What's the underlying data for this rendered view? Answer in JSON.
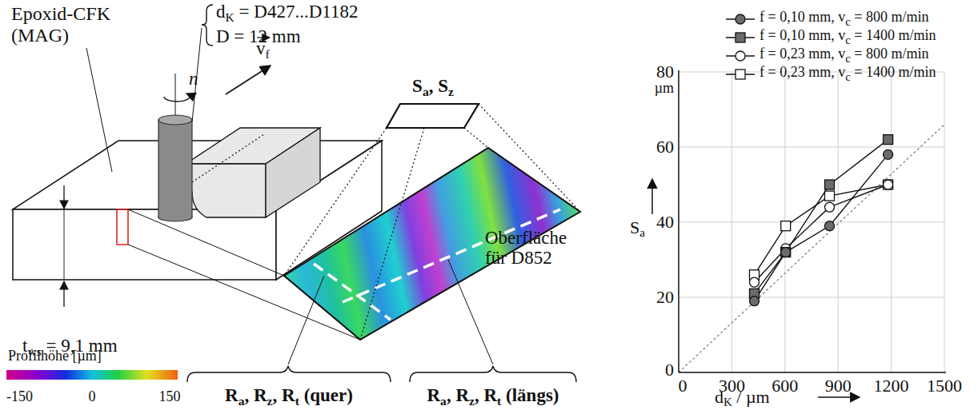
{
  "diagram": {
    "labels": [
      "Epoxid-CFK (MAG)",
      "n",
      "dK = D427...D1182",
      "D = 12 mm",
      "vf",
      "Sa, Sz",
      "tws = 9,1 mm",
      "Oberfläche für D852",
      "Profilhöhe [µm]",
      "-150",
      "0",
      "150",
      "Ra, Rz, Rt (quer)",
      "Ra, Rz, Rt (längs)",
      "80",
      "60",
      "40",
      "20",
      "0",
      "µm",
      "Sa",
      "0",
      "300",
      "600",
      "900",
      "1200",
      "1500",
      "dK / µm"
    ],
    "legend": [
      {
        "text": "f = 0,10 mm, vc = 800 m/min"
      },
      {
        "text": "f = 0,10 mm, vc = 1400 m/min"
      },
      {
        "text": "f = 0,23 mm, vc = 800 m/min"
      },
      {
        "text": "f = 0,23 mm, vc = 1400 m/min"
      }
    ]
  }
}
